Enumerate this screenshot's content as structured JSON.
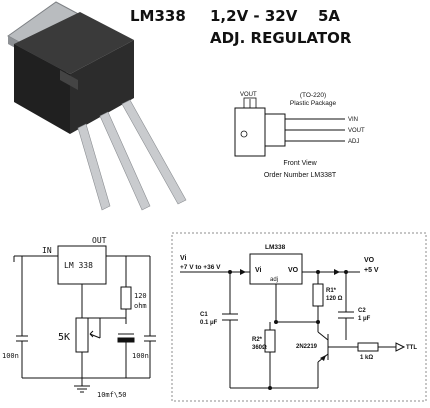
{
  "header": {
    "part": "LM338",
    "voltage": "1,2V - 32V",
    "current": "5A",
    "subtitle": "ADJ. REGULATOR"
  },
  "package": {
    "vout": "VOUT",
    "name": "(TO-220)",
    "type": "Plastic Package",
    "vin": "VIN",
    "vout2": "VOUT",
    "adj": "ADJ",
    "view": "Front View",
    "order": "Order Number LM338T"
  },
  "schematic1": {
    "in": "IN",
    "out": "OUT",
    "chip": "LM 338",
    "r1": "120",
    "r1_unit": "ohm",
    "pot": "5K",
    "c_in": "100n",
    "c_out": "100n",
    "c_elec": "10mf\\50"
  },
  "schematic2": {
    "chip": "LM338",
    "vi": "Vi",
    "vi_range": "+7 V to +36 V",
    "vi_pin": "Vi",
    "adj": "adj",
    "vo_pin": "VO",
    "vo": "VO",
    "vo_value": "+5 V",
    "r1": "R1*",
    "r1_value": "120 Ω",
    "c1": "C1",
    "c1_value": "0.1 μF",
    "c2": "C2",
    "c2_value": "1 μF",
    "r2": "R2*",
    "r2_value": "360Ω",
    "q": "2N2219",
    "r3_value": "1 kΩ",
    "ttl": "TTL"
  }
}
